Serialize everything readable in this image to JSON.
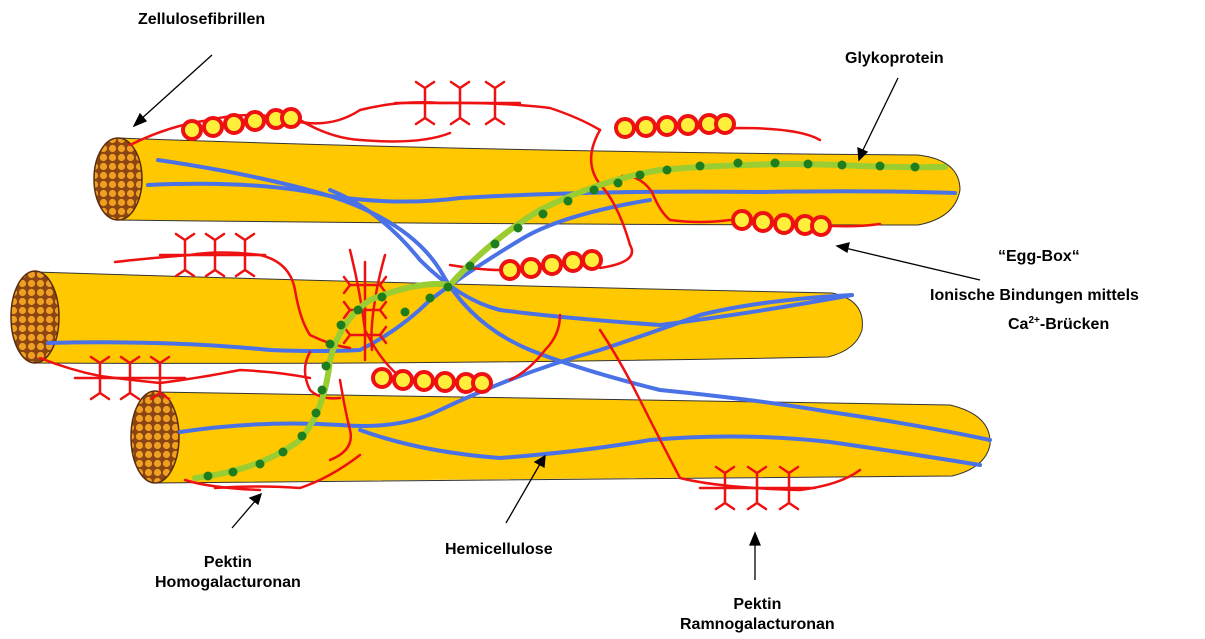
{
  "labels": {
    "zellulose": "Zellulosefibrillen",
    "glykoprotein": "Glykoprotein",
    "eggbox": "“Egg-Box“",
    "ionic_line1": "Ionische Bindungen mittels",
    "ionic_ca": "Ca",
    "ionic_sup": "2+",
    "ionic_rest": "-Brücken",
    "pektin_hg_1": "Pektin",
    "pektin_hg_2": "Homogalacturonan",
    "hemicellulose": "Hemicellulose",
    "pektin_rg_1": "Pektin",
    "pektin_rg_2": "Ramnogalacturonan"
  },
  "colors": {
    "fibril": "#FFC800",
    "fibril_end": "#F0A020",
    "hemicellulose": "#4A72E6",
    "pektin": "#EE1111",
    "calcium": "#FFEF3A",
    "glykoprotein_line": "#9ACD32",
    "glykoprotein_dots": "#1E7E1E"
  }
}
